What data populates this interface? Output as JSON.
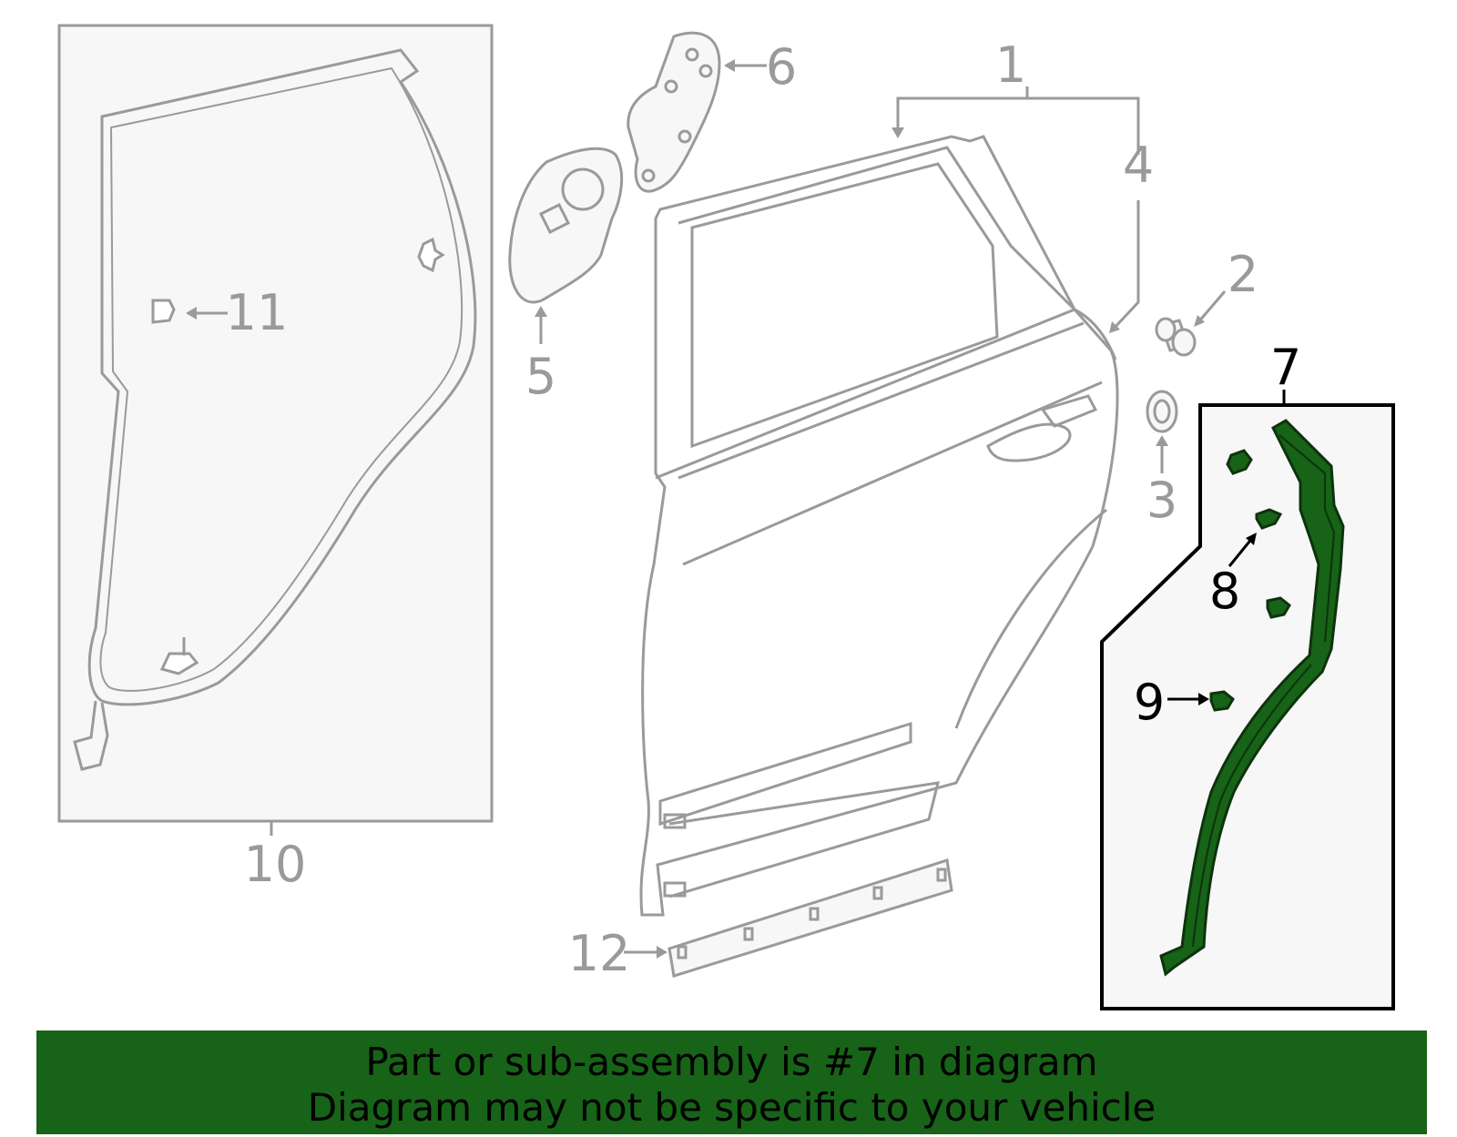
{
  "callouts": {
    "c1": "1",
    "c2": "2",
    "c3": "3",
    "c4": "4",
    "c5": "5",
    "c6": "6",
    "c7": "7",
    "c8": "8",
    "c9": "9",
    "c10": "10",
    "c11": "11",
    "c12": "12"
  },
  "banner": {
    "line1": "Part or sub-assembly is #7 in diagram",
    "line2": "Diagram may not be specific to your vehicle"
  },
  "colors": {
    "highlight": "#176317",
    "line_grey": "#9a9a9a",
    "panel_bg": "#f7f7f7"
  },
  "highlighted_part": "7"
}
